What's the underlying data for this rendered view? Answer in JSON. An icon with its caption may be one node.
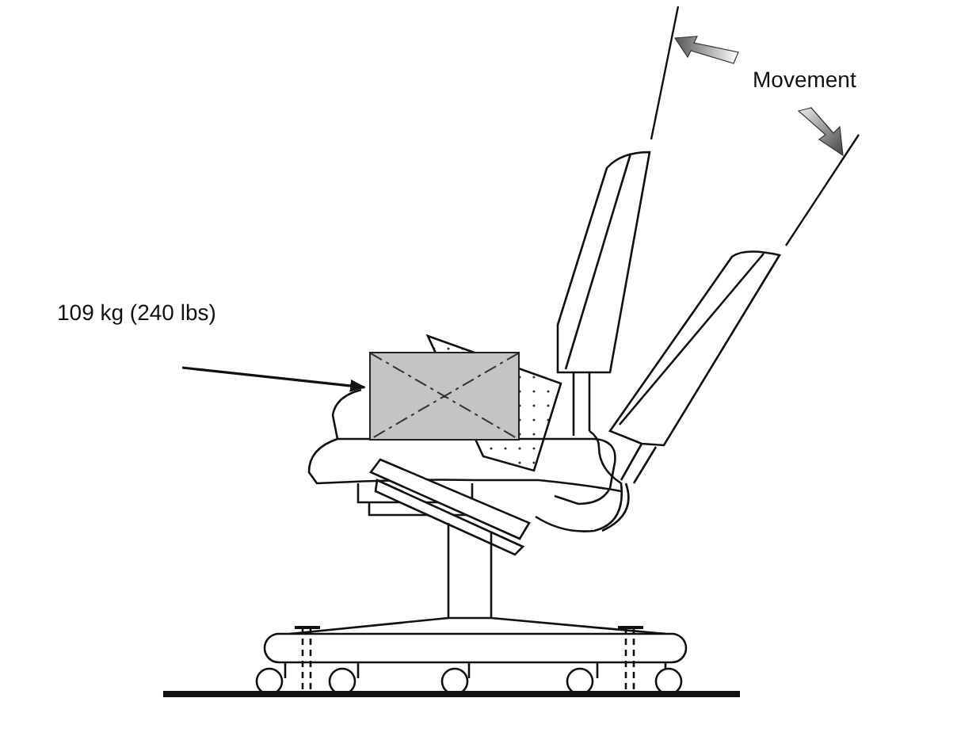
{
  "diagram": {
    "nodes": [
      {
        "text": [
          "109 kg (240 lbs)"
        ]
      },
      {
        "text": [],
        "shape": "box"
      }
    ],
    "edges": [
      {
        "from": 0,
        "to": 1,
        "arrow": "to"
      }
    ],
    "labels": [
      "Movement"
    ]
  }
}
